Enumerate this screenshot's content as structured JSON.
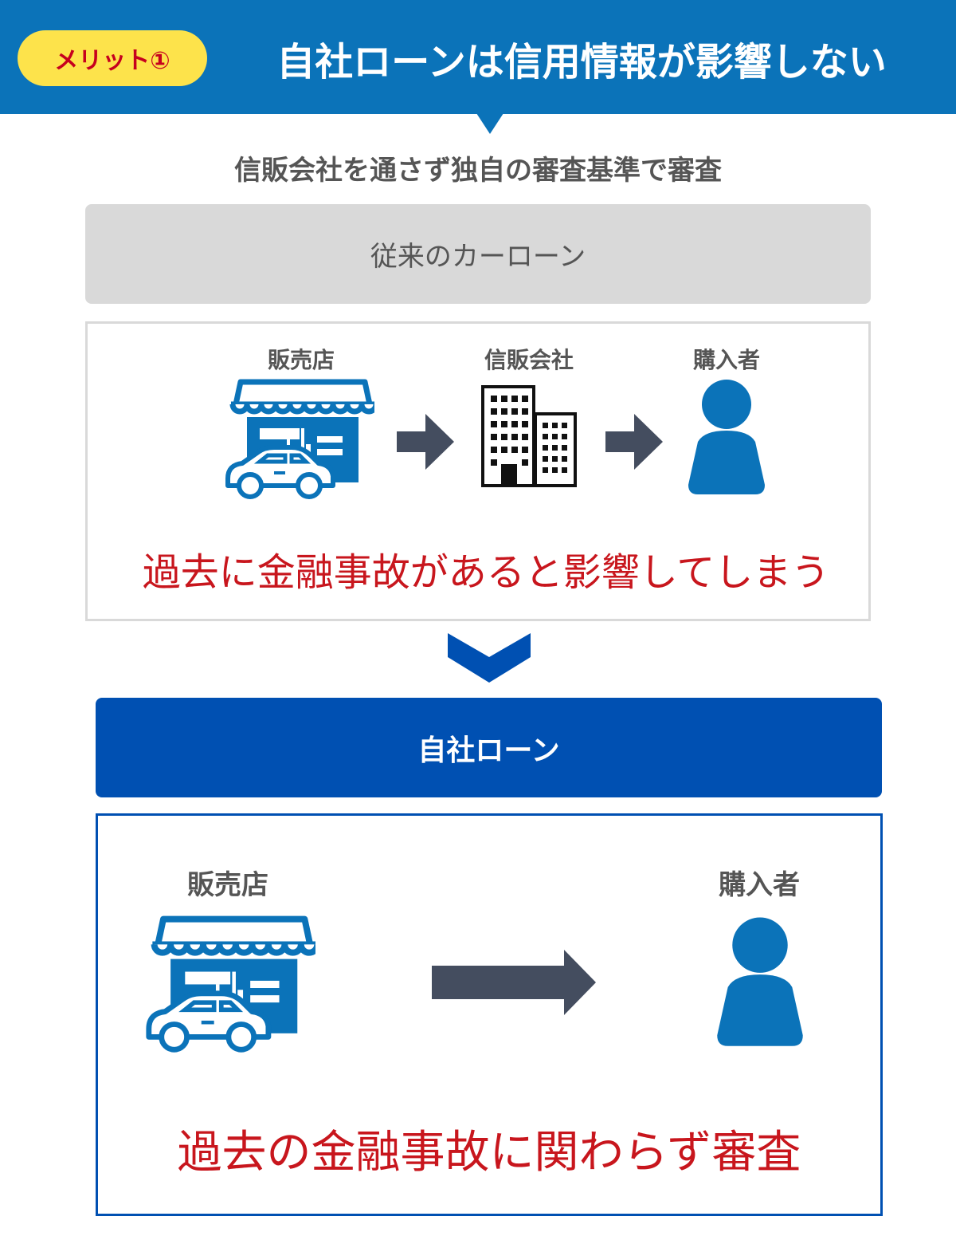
{
  "header": {
    "badge": "メリット①",
    "title": "自社ローンは信用情報が影響しない"
  },
  "subtitle": "信販会社を通さず独自の審査基準で審査",
  "conventional": {
    "heading": "従来のカーローン",
    "labels": {
      "dealer": "販売店",
      "credit_company": "信販会社",
      "buyer": "購入者"
    },
    "caption": "過去に金融事故があると影響してしまう"
  },
  "inhouse": {
    "heading": "自社ローン",
    "labels": {
      "dealer": "販売店",
      "buyer": "購入者"
    },
    "caption": "過去の金融事故に関わらず審査"
  },
  "colors": {
    "banner": "#0b73b9",
    "badge": "#fde34b",
    "badge_text": "#c6001e",
    "icon_blue": "#0b73b9",
    "arrow": "#444d5f",
    "accent_red": "#c8161d",
    "dark_blue": "#0050b2",
    "gray_box": "#d9d9d9"
  },
  "icons": [
    "store-icon",
    "car-icon",
    "building-icon",
    "person-icon",
    "arrow-right-icon",
    "chevron-down-icon"
  ]
}
